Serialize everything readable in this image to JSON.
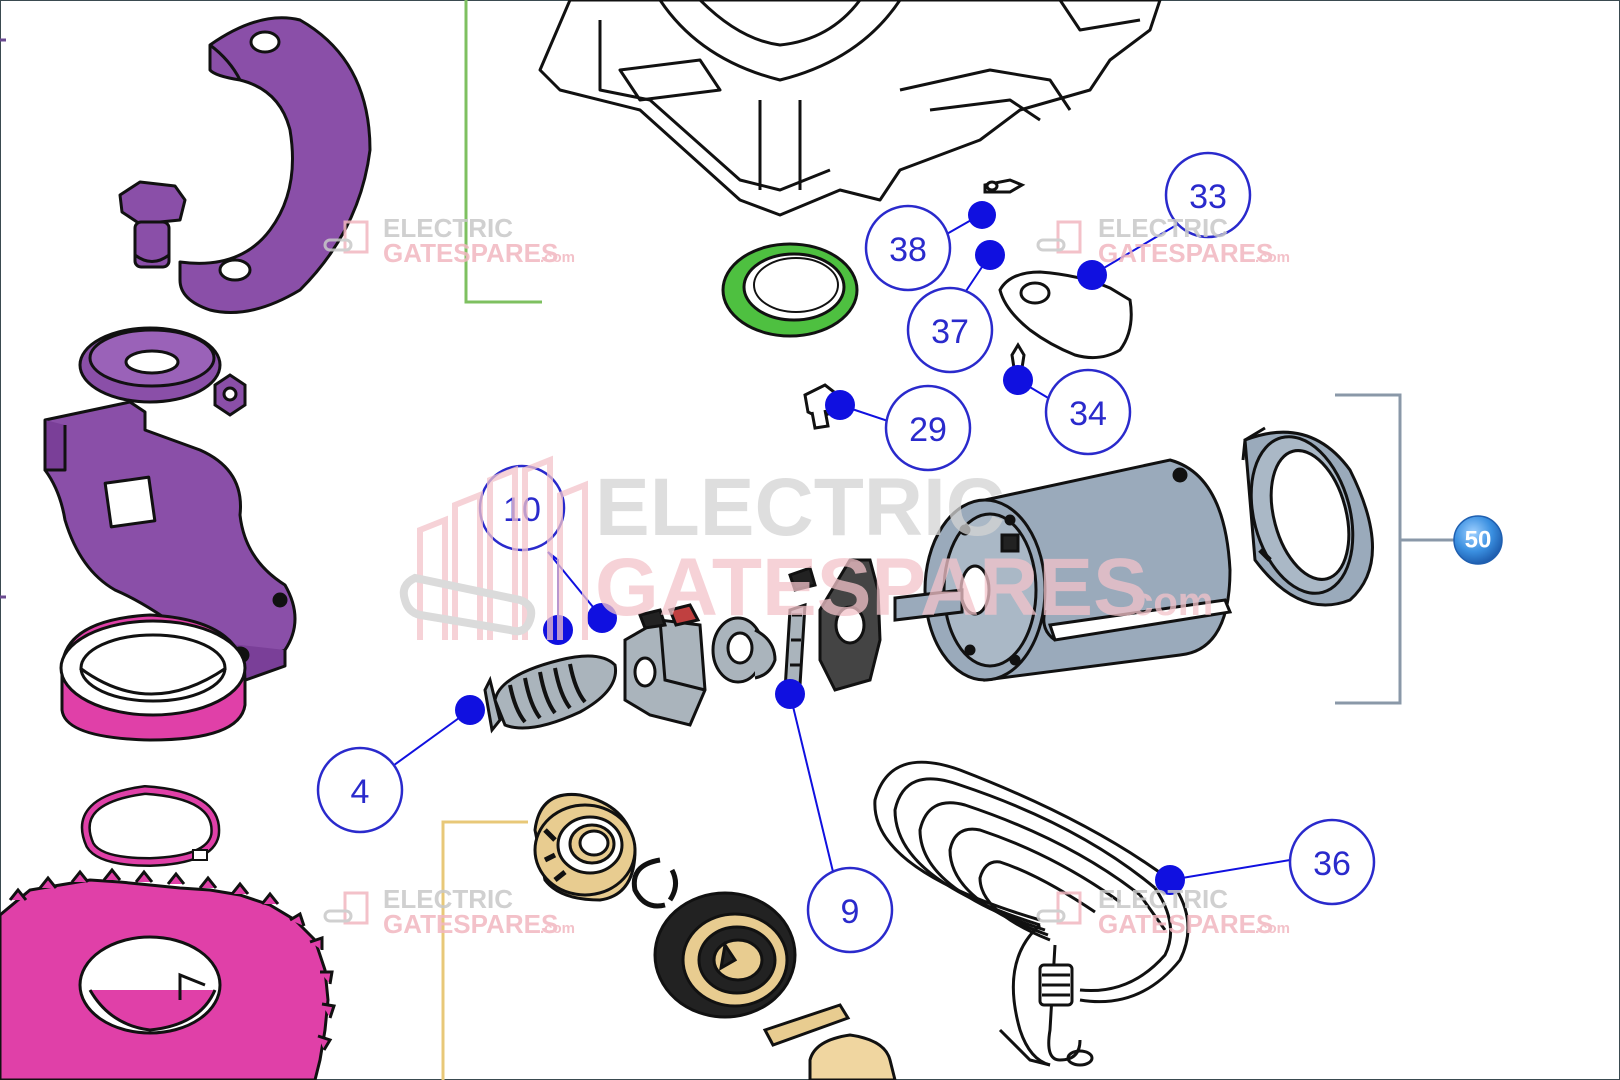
{
  "callouts": [
    {
      "id": "4",
      "label": "4"
    },
    {
      "id": "9",
      "label": "9"
    },
    {
      "id": "10",
      "label": "10"
    },
    {
      "id": "29",
      "label": "29"
    },
    {
      "id": "33",
      "label": "33"
    },
    {
      "id": "34",
      "label": "34"
    },
    {
      "id": "36",
      "label": "36"
    },
    {
      "id": "37",
      "label": "37"
    },
    {
      "id": "38",
      "label": "38"
    }
  ],
  "assembly_badge": {
    "label": "50"
  },
  "watermark": {
    "line1": "ELECTRIC",
    "line2": "GATESPARES",
    "suffix": ".com"
  },
  "colors": {
    "callout_blue": "#2a2acc",
    "dot_blue": "#1010e0",
    "purple_part": "#8a4fa8",
    "magenta_part": "#e040a8",
    "green_seal": "#4ec040",
    "motor_grey": "#9aaabb",
    "bracket_grey": "#8a98a8",
    "badge_blue": "#3a8fe0"
  }
}
